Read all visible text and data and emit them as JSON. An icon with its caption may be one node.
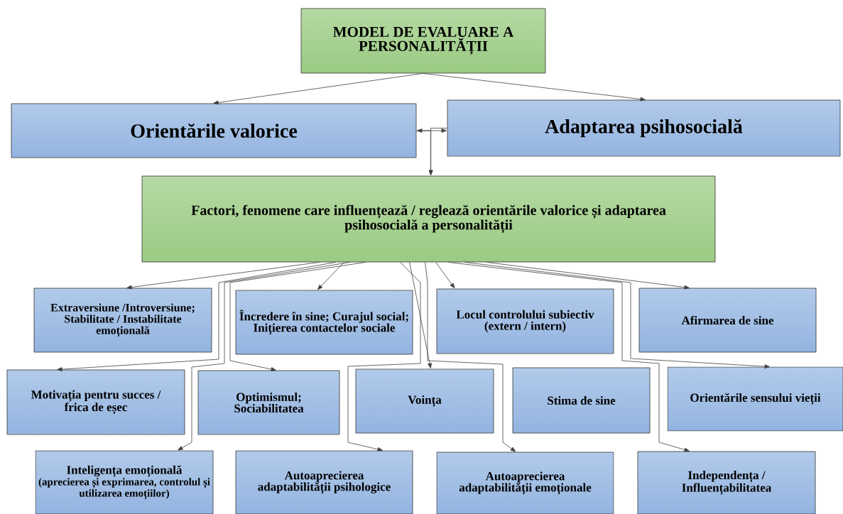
{
  "diagram": {
    "nodes": [
      {
        "text": [
          "MODEL DE EVALUARE A PERSONALITĂȚII"
        ]
      },
      {
        "text": [
          "Orientările valorice"
        ]
      },
      {
        "text": [
          "Adaptarea psihosocială"
        ]
      },
      {
        "text": [
          "Factori, fenomene care influențează / reglează orientările valorice și adaptarea psihosocială a personalității"
        ]
      },
      {
        "text": [
          "Extraversiune /Introversiune; Stabilitate / Instabilitate emoțională"
        ]
      },
      {
        "text": [
          "Încredere în sine; Curajul social; Inițierea contactelor sociale"
        ]
      },
      {
        "text": [
          "Locul controlului subiectiv (extern / intern)"
        ]
      },
      {
        "text": [
          "Afirmarea de sine"
        ]
      },
      {
        "text": [
          "Motivația pentru succes / frica de eșec"
        ]
      },
      {
        "text": [
          "Optimismul; Sociabilitatea"
        ]
      },
      {
        "text": [
          "Voința"
        ]
      },
      {
        "text": [
          "Stima de sine"
        ]
      },
      {
        "text": [
          "Orientările sensului vieții"
        ]
      },
      {
        "text": [
          "Inteligența emoțională",
          "(aprecierea și exprimarea, controlul și utilizarea emoțiilor)"
        ]
      },
      {
        "text": [
          "Autoaprecierea adaptabilității psihologice"
        ]
      },
      {
        "text": [
          "Autoaprecierea adaptabilității emoționale"
        ]
      },
      {
        "text": [
          "Independența / Influențabilitatea"
        ]
      }
    ],
    "edges": [
      {
        "from": 0,
        "to": 1,
        "arrow": "to"
      },
      {
        "from": 0,
        "to": 2,
        "arrow": "to"
      },
      {
        "from": 1,
        "to": 2,
        "arrow": "both"
      },
      {
        "from": 1,
        "to": 3,
        "arrow": "to"
      },
      {
        "from": 2,
        "to": 3,
        "arrow": "to"
      },
      {
        "from": 3,
        "to": 4,
        "arrow": "to"
      },
      {
        "from": 3,
        "to": 8,
        "arrow": "to"
      },
      {
        "from": 3,
        "to": 5,
        "arrow": "to"
      },
      {
        "from": 3,
        "to": 13,
        "arrow": "to"
      },
      {
        "from": 3,
        "to": 9,
        "arrow": "to"
      },
      {
        "from": 3,
        "to": 14,
        "arrow": "to"
      },
      {
        "from": 3,
        "to": 10,
        "arrow": "to"
      },
      {
        "from": 3,
        "to": 15,
        "arrow": "to"
      },
      {
        "from": 3,
        "to": 6,
        "arrow": "to"
      },
      {
        "from": 3,
        "to": 16,
        "arrow": "to"
      },
      {
        "from": 3,
        "to": 12,
        "arrow": "to"
      },
      {
        "from": 3,
        "to": 7,
        "arrow": "to"
      }
    ]
  }
}
